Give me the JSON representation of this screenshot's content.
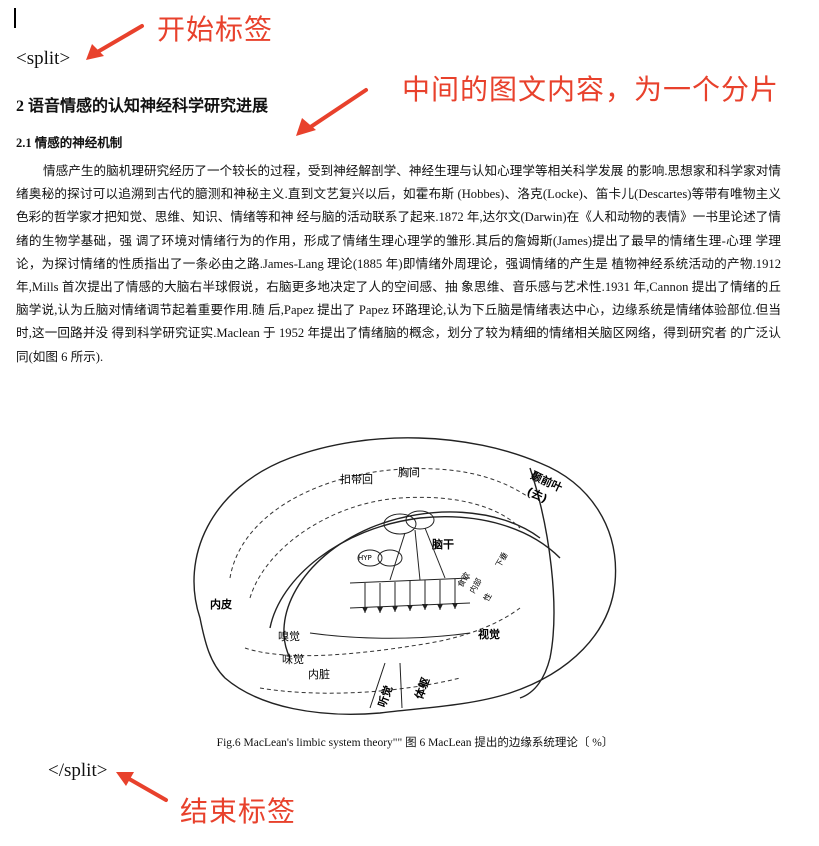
{
  "start_tag": "<split>",
  "end_tag": "</split>",
  "annotations": {
    "start": "开始标签",
    "middle": "中间的图文内容，为一个分片",
    "end": "结束标签"
  },
  "heading": "2 语音情感的认知神经科学研究进展",
  "subheading": "2.1 情感的神经机制",
  "paragraph": "情感产生的脑机理研究经历了一个较长的过程，受到神经解剖学、神经生理与认知心理学等相关科学发展 的影响.思想家和科学家对情绪奥秘的探讨可以追溯到古代的臆测和神秘主义.直到文艺复兴以后，如霍布斯 (Hobbes)、洛克(Locke)、笛卡儿(Descartes)等带有唯物主义色彩的哲学家才把知觉、思维、知识、情绪等和神 经与脑的活动联系了起来.1872 年,达尔文(Darwin)在《人和动物的表情》一书里论述了情绪的生物学基础，强 调了环境对情绪行为的作用，形成了情绪生理心理学的雏形.其后的詹姆斯(James)提出了最早的情绪生理-心理 学理论，为探讨情绪的性质指出了一条必由之路.James-Lang 理论(1885 年)即情绪外周理论，强调情绪的产生是 植物神经系统活动的产物.1912 年,Mills 首次提出了情感的大脑右半球假说，右脑更多地决定了人的空间感、抽 象思维、音乐感与艺术性.1931 年,Cannon 提出了情绪的丘脑学说,认为丘脑对情绪调节起着重要作用.随 后,Papez 提出了 Papez 环路理论,认为下丘脑是情绪表达中心，边缘系统是情绪体验部位.但当时,这一回路并没 得到科学研究证实.Maclean 于 1952 年提出了情绪脑的概念，划分了较为精细的情绪相关脑区网络，得到研究者 的广泛认同(如图 6 所示).",
  "figure_labels": {
    "cingulate": "扣带回",
    "fornix": "胸间",
    "temporal": "颞前叶",
    "temporal2": "(去)",
    "brainstem": "脑干",
    "hyp": "HYP",
    "inner": "内皮",
    "smell": "嗅觉",
    "taste": "味觉",
    "viscera": "内脏",
    "vision": "视觉",
    "hearing": "听觉",
    "body": "体躯",
    "pit": "下垂",
    "s1": "食欲",
    "s2": "内部",
    "s3": "性"
  },
  "caption": "Fig.6 MacLean's limbic system theory\"\" 图 6 MacLean 提出的边缘系统理论〔 %〕"
}
